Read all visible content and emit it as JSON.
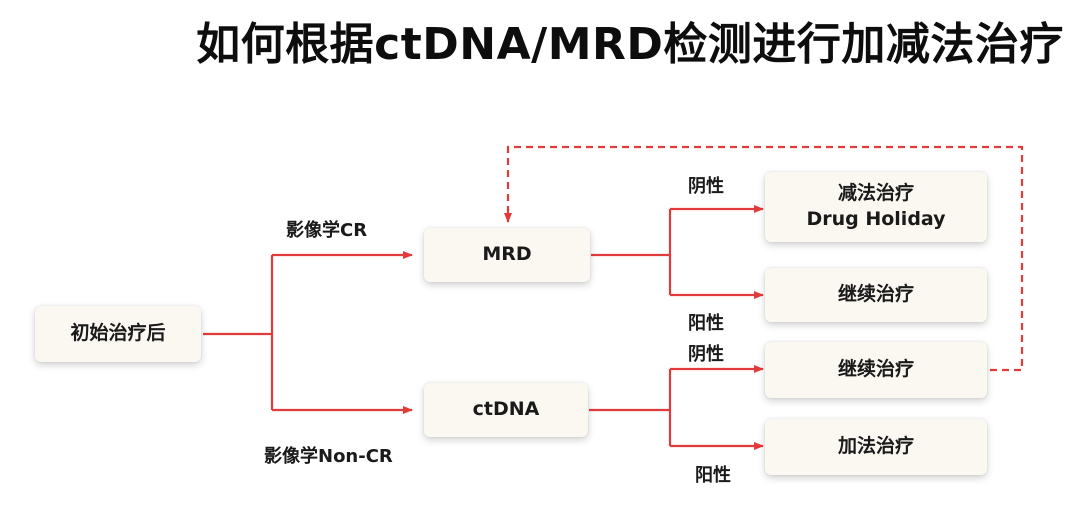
{
  "title": "如何根据ctDNA/MRD检测进行加减法治疗",
  "colors": {
    "arrow": "#e23b3b",
    "node_bg": "#fbf8f1"
  },
  "nodes": {
    "start": "初始治疗后",
    "mrd": "MRD",
    "ctdna": "ctDNA",
    "reduce": {
      "line1": "减法治疗",
      "line2": "Drug Holiday"
    },
    "continue_a": "继续治疗",
    "continue_b": "继续治疗",
    "add": "加法治疗"
  },
  "edge_labels": {
    "cr": "影像学CR",
    "non_cr": "影像学Non-CR",
    "mrd_negative": "阴性",
    "mrd_positive": "阳性",
    "ctdna_negative": "阴性",
    "ctdna_positive": "阳性"
  }
}
